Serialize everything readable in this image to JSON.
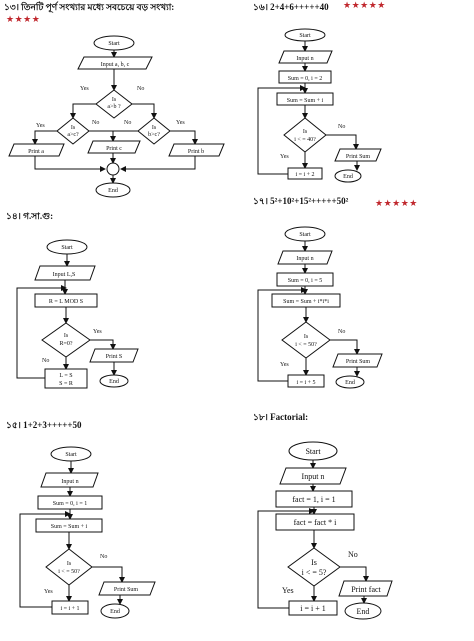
{
  "header13": {
    "number": "১৩।",
    "title": "তিনটি পূর্ণ সংখ্যার মধ্যে সবচেয়ে বড় সংখ্যা:",
    "stars": "★★★★"
  },
  "header14": {
    "number": "১৪।",
    "title": "গ.সা.গু:"
  },
  "header15": {
    "number": "১৫।",
    "title": "1+2+3+++++50"
  },
  "header16": {
    "number": "১৬।",
    "title": "2+4+6+++++40",
    "stars": "★★★★★"
  },
  "header17": {
    "number": "১৭।",
    "title": "5²+10²+15²+++++50²",
    "stars": "★★★★★"
  },
  "header18": {
    "number": "১৮।",
    "title": "Factorial:"
  },
  "fc13": {
    "start": "Start",
    "input": "Input a, b, c",
    "d1_l1": "Is",
    "d1_l2": "a>b ?",
    "d2_l1": "Is",
    "d2_l2": "a>c?",
    "d3_l1": "Is",
    "d3_l2": "b>c?",
    "yes": "Yes",
    "no": "No",
    "print_a": "Print a",
    "print_c": "Print c",
    "print_b": "Print b",
    "end": "End"
  },
  "fc14": {
    "start": "Start",
    "input": "Input L,S",
    "assign": "R = L MOD S",
    "d_l1": "Is",
    "d_l2": "R=0?",
    "yes": "Yes",
    "no": "No",
    "print": "Print S",
    "swap1": "L = S",
    "swap2": "S = R",
    "end": "End"
  },
  "fc15": {
    "start": "Start",
    "input": "Input n",
    "init": "Sum = 0, i = 1",
    "sum": "Sum = Sum + i",
    "d_l1": "Is",
    "d_l2": "i < = 50?",
    "yes": "Yes",
    "no": "No",
    "inc": "i = i + 1",
    "print": "Print Sum",
    "end": "End"
  },
  "fc16": {
    "start": "Start",
    "input": "Input n",
    "init": "Sum = 0, i = 2",
    "sum": "Sum = Sum + i",
    "d_l1": "Is",
    "d_l2": "i < = 40?",
    "yes": "Yes",
    "no": "No",
    "inc": "i = i + 2",
    "print": "Print Sum",
    "end": "End"
  },
  "fc17": {
    "start": "Start",
    "input": "Input n",
    "init": "Sum = 0, i = 5",
    "sum": "Sum = Sum + i*i*i",
    "d_l1": "Is",
    "d_l2": "i < = 50?",
    "yes": "Yes",
    "no": "No",
    "inc": "i = i + 5",
    "print": "Print Sum",
    "end": "End"
  },
  "fc18": {
    "start": "Start",
    "input": "Input n",
    "init": "fact = 1, i = 1",
    "fact": "fact = fact * i",
    "d_l1": "Is",
    "d_l2": "i < = 5?",
    "yes": "Yes",
    "no": "No",
    "inc": "i = i + 1",
    "print": "Print fact",
    "end": "End"
  }
}
